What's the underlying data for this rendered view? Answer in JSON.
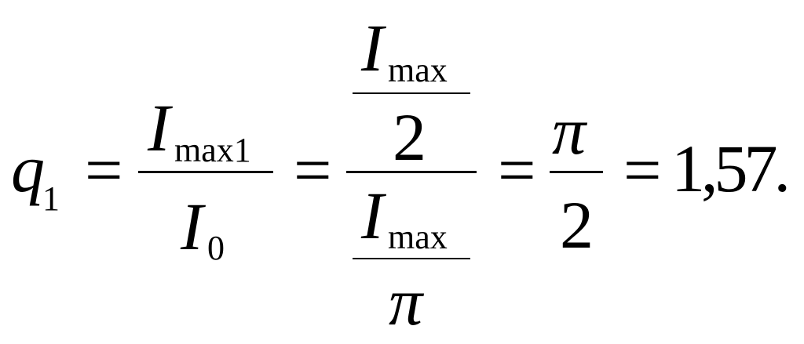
{
  "formula": {
    "lhs": {
      "symbol": "q",
      "subscript": "1"
    },
    "equals": "=",
    "frac1": {
      "numerator": {
        "symbol": "I",
        "subscript": "max1"
      },
      "denominator": {
        "symbol": "I",
        "subscript": "0"
      }
    },
    "frac2": {
      "numerator": {
        "numerator": {
          "symbol": "I",
          "subscript": "max"
        },
        "denominator": "2"
      },
      "denominator": {
        "numerator": {
          "symbol": "I",
          "subscript": "max"
        },
        "denominator": "π"
      }
    },
    "frac3": {
      "numerator": "π",
      "denominator": "2"
    },
    "result": "1,57."
  }
}
